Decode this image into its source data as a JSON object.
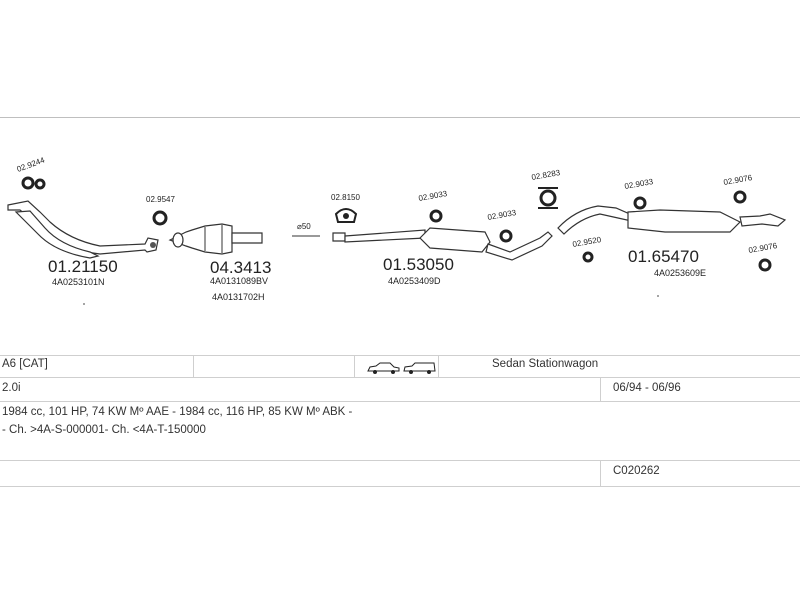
{
  "parts": {
    "p1": {
      "number": "01.21150",
      "refs": [
        "4A0253101N"
      ]
    },
    "p2": {
      "number": "04.3413",
      "refs": [
        "4A0131089BV",
        "4A0131702H"
      ]
    },
    "p3": {
      "number": "01.53050",
      "refs": [
        "4A0253409D"
      ]
    },
    "p4": {
      "number": "01.65470",
      "refs": [
        "4A0253609E"
      ]
    }
  },
  "small_parts": {
    "a": "02.9244",
    "b": "02.9547",
    "c": "02.8150",
    "d": "02.9033",
    "e": "02.9033",
    "f": "02.8283",
    "g": "02.9033",
    "h": "02.9076",
    "i": "02.9520",
    "j": "02.9076"
  },
  "pipe_diameter": "⌀50",
  "info": {
    "model": "A6  [CAT]",
    "body_types": "Sedan  Stationwagon",
    "engine": "2.0i",
    "years": "06/94 - 06/96",
    "specs": "1984 cc, 101 HP, 74 KW Mº AAE -  1984 cc, 116 HP, 85 KW Mº ABK -",
    "chassis": "- Ch. >4A-S-000001- Ch. <4A-T-150000",
    "code": "C020262"
  },
  "icons": {
    "car_icons": [
      "sedan-car-icon",
      "stationwagon-car-icon"
    ]
  }
}
